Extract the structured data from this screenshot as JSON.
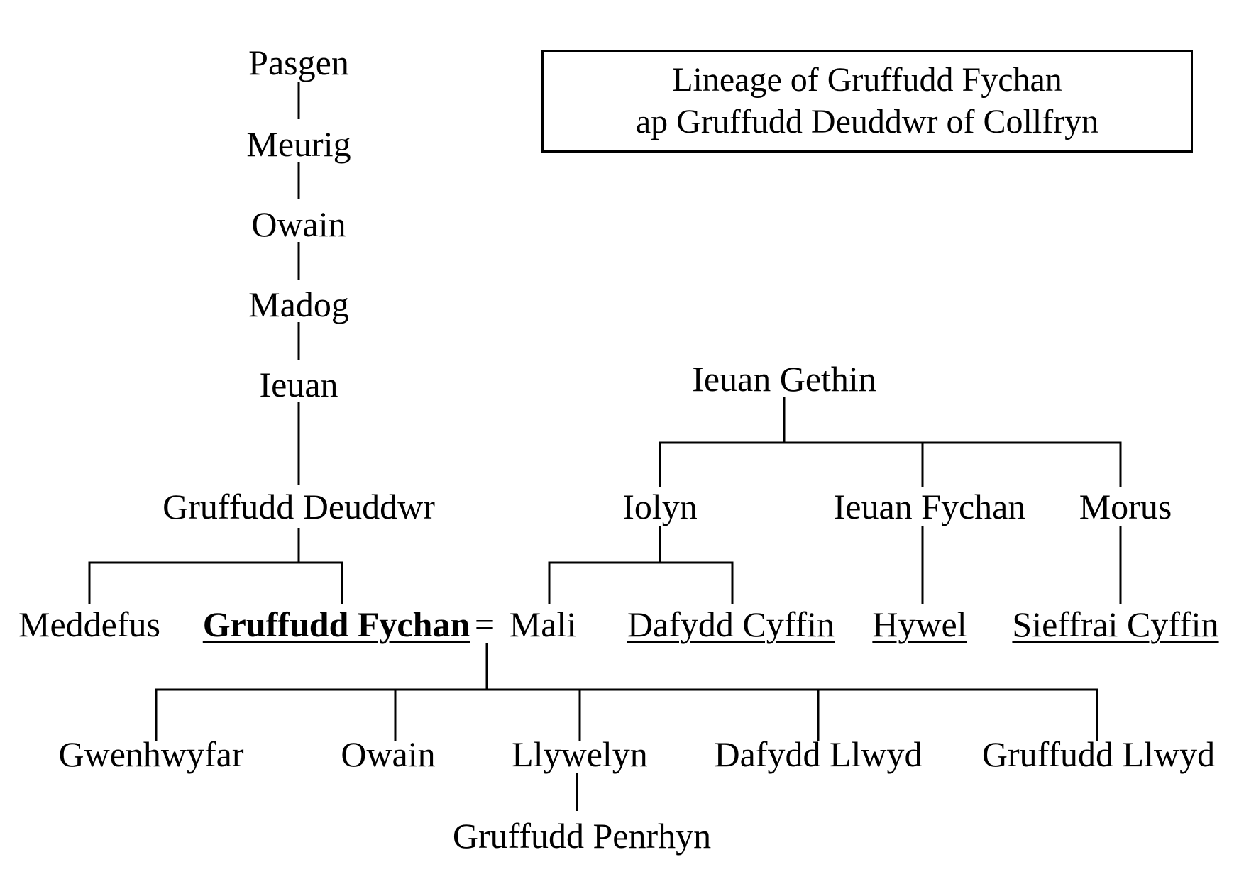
{
  "page": {
    "background_color": "#ffffff",
    "ink_color": "#000000",
    "kind": "genealogy family tree diagram"
  },
  "title_box": {
    "line1": "Lineage of Gruffudd Fychan",
    "line2": "ap Gruffudd Deuddwr of Collfryn"
  },
  "nodes": {
    "pasgen": {
      "label": "Pasgen"
    },
    "meurig": {
      "label": "Meurig"
    },
    "owain_ancestor": {
      "label": "Owain"
    },
    "madog": {
      "label": "Madog"
    },
    "ieuan": {
      "label": "Ieuan"
    },
    "ieuan_gethin": {
      "label": "Ieuan Gethin"
    },
    "gruffudd_deuddwr": {
      "label": "Gruffudd Deuddwr"
    },
    "iolyn": {
      "label": "Iolyn"
    },
    "ieuan_fychan": {
      "label": "Ieuan Fychan"
    },
    "morus": {
      "label": "Morus"
    },
    "meddefus": {
      "label": "Meddefus"
    },
    "gruffudd_fychan": {
      "label": "Gruffudd Fychan",
      "bold": true,
      "underline": true
    },
    "equals_sign": {
      "label": "="
    },
    "mali": {
      "label": "Mali"
    },
    "dafydd_cyffin": {
      "label": "Dafydd Cyffin",
      "underline": true
    },
    "hywel": {
      "label": "Hywel",
      "underline": true
    },
    "sieffrai_cyffin": {
      "label": "Sieffrai Cyffin",
      "underline": true
    },
    "gwenhwyfar": {
      "label": "Gwenhwyfar"
    },
    "owain_child": {
      "label": "Owain"
    },
    "llywelyn": {
      "label": "Llywelyn"
    },
    "dafydd_llwyd": {
      "label": "Dafydd Llwyd"
    },
    "gruffudd_llwyd": {
      "label": "Gruffudd Llwyd"
    },
    "gruffudd_penrhyn": {
      "label": "Gruffudd Penrhyn"
    }
  },
  "relationships": {
    "ancestor_chain": [
      "Pasgen",
      "Meurig",
      "Owain",
      "Madog",
      "Ieuan",
      "Gruffudd Deuddwr"
    ],
    "children_of_gruffudd_deuddwr": [
      "Meddefus",
      "Gruffudd Fychan"
    ],
    "children_of_ieuan_gethin": [
      "Iolyn",
      "Ieuan Fychan",
      "Morus"
    ],
    "children_of_iolyn": [
      "Mali",
      "Dafydd Cyffin"
    ],
    "children_of_ieuan_fychan": [
      "Hywel"
    ],
    "children_of_morus": [
      "Sieffrai Cyffin"
    ],
    "marriage": "Gruffudd Fychan = Mali",
    "children_of_gruffudd_fychan_and_mali": [
      "Gwenhwyfar",
      "Owain",
      "Llywelyn",
      "Dafydd Llwyd",
      "Gruffudd Llwyd"
    ],
    "children_of_llywelyn": [
      "Gruffudd Penrhyn"
    ]
  }
}
